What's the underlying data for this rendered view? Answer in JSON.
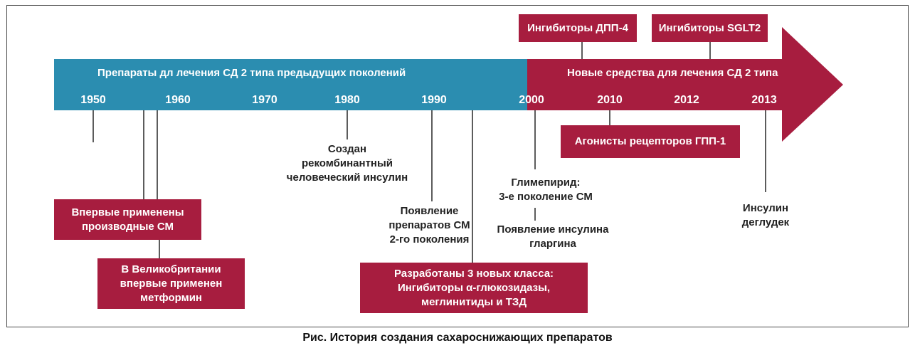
{
  "colors": {
    "old_band": "#2b8db0",
    "new_band": "#a71d3f",
    "box": "#a71d3f",
    "connector": "#333333"
  },
  "timeline": {
    "old_title": "Препараты дл лечения СД 2 типа предыдущих поколений",
    "new_title": "Новые средства для лечения СД 2 типа",
    "years": [
      "1950",
      "1960",
      "1970",
      "1980",
      "1990",
      "2000",
      "2010",
      "2012",
      "2013"
    ]
  },
  "events": {
    "dpp4": "Ингибиторы ДПП-4",
    "sglt2": "Ингибиторы SGLT2",
    "glp1": "Агонисты рецепторов ГПП-1",
    "sm_first": [
      "Впервые применены",
      "производные СМ"
    ],
    "metformin": [
      "В Великобритании",
      "впервые применен",
      "метформин"
    ],
    "insulin_recomb": [
      "Создан",
      "рекомбинантный",
      "человеческий инсулин"
    ],
    "sm_second": [
      "Появление",
      "препаратов СМ",
      "2-го поколения"
    ],
    "three_classes": [
      "Разработаны 3 новых класса:",
      "Ингибиторы α-глюкозидазы,",
      "меглинитиды и ТЗД"
    ],
    "glimepiride": [
      "Глимепирид:",
      "3-е поколение СМ"
    ],
    "glargine": [
      "Появление инсулина",
      "гларгина"
    ],
    "degludec": [
      "Инсулин",
      "деглудек"
    ]
  },
  "caption": "Рис. История создания сахароснижающих препаратов"
}
